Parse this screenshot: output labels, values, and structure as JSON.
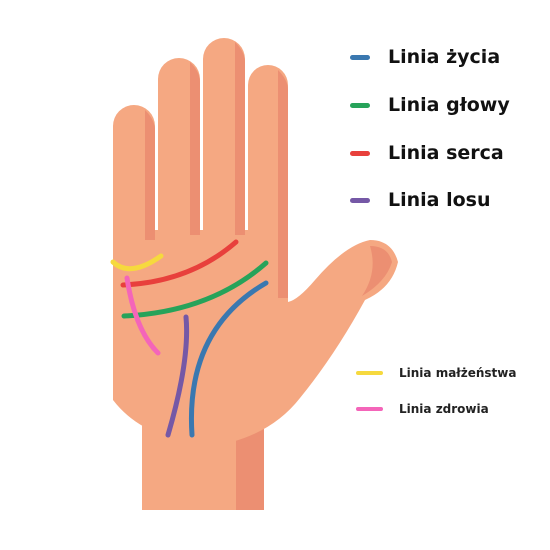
{
  "legend": {
    "main": [
      {
        "label": "Linia życia",
        "color": "#3a78b0"
      },
      {
        "label": "Linia głowy",
        "color": "#27a35a"
      },
      {
        "label": "Linia serca",
        "color": "#e8403c"
      },
      {
        "label": "Linia losu",
        "color": "#7558a6"
      }
    ],
    "secondary": [
      {
        "label": "Linia małżeństwa",
        "color": "#f6d93e"
      },
      {
        "label": "Linia zdrowia",
        "color": "#f465b9"
      }
    ]
  },
  "colors": {
    "skin": "#f5a882",
    "skin_shadow": "#ec8f72",
    "life_line": "#3a78b0",
    "head_line": "#27a35a",
    "heart_line": "#e8403c",
    "fate_line": "#7558a6",
    "marriage_line": "#f6d93e",
    "health_line": "#f465b9"
  }
}
